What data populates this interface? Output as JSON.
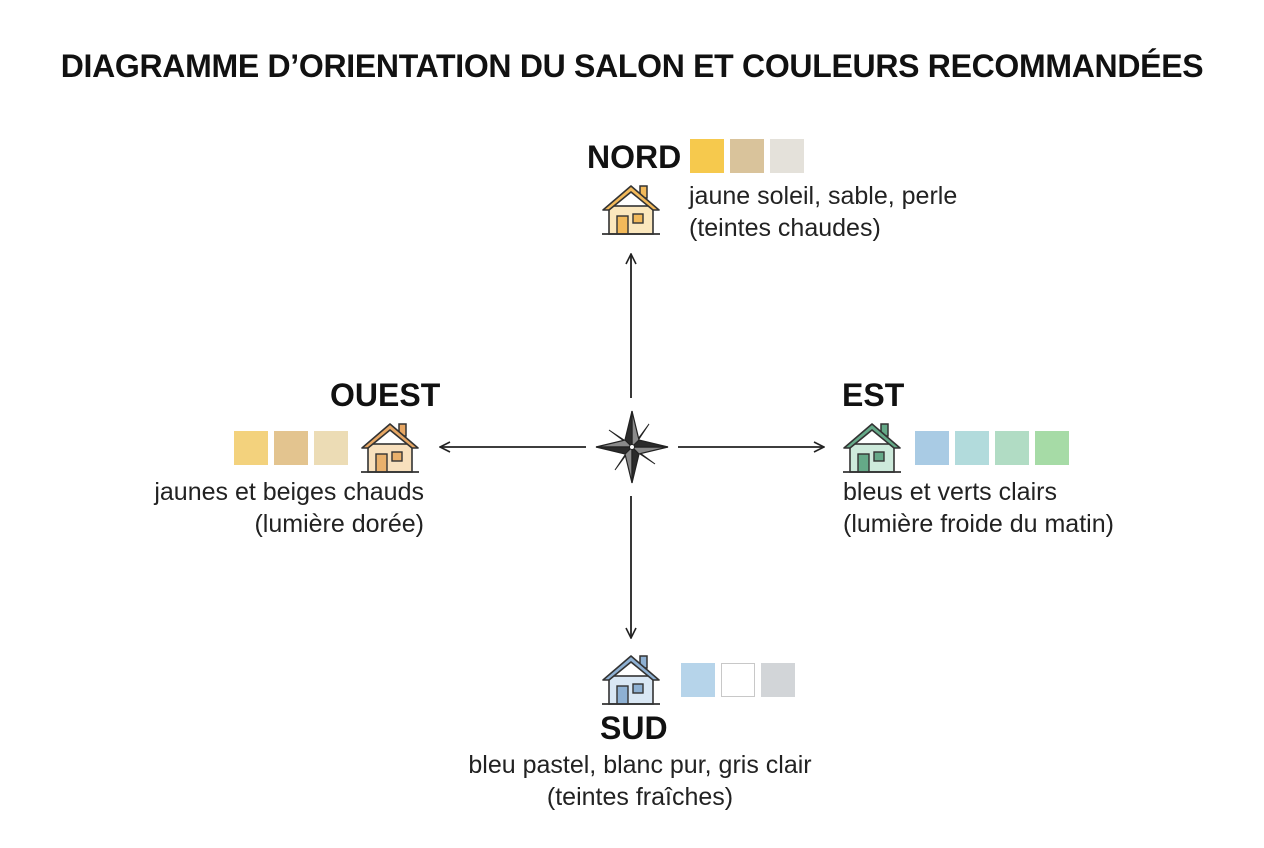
{
  "title": "DIAGRAMME D’ORIENTATION DU SALON ET COULEURS RECOMMANDÉES",
  "north": {
    "label": "NORD",
    "line1": "jaune soleil, sable, perle",
    "line2": "(teintes chaudes)",
    "swatches": [
      "#f6c94d",
      "#d9c39b",
      "#e4e1da"
    ],
    "house_colors": {
      "roof": "#f2b95a",
      "wall": "#fbe7bd",
      "door": "#f2b95a"
    }
  },
  "west": {
    "label": "OUEST",
    "line1": "jaunes et beiges chauds",
    "line2": "(lumière dorée)",
    "swatches": [
      "#f3d27d",
      "#e3c48f",
      "#ecdcb5"
    ],
    "house_colors": {
      "roof": "#e7a764",
      "wall": "#f8e0bd",
      "door": "#e9b06c"
    }
  },
  "east": {
    "label": "EST",
    "line1": "bleus et verts clairs",
    "line2": "(lumière froide du matin)",
    "swatches": [
      "#a9cbe4",
      "#b2dbdc",
      "#b1dcc4",
      "#a6dba6"
    ],
    "house_colors": {
      "roof": "#65a988",
      "wall": "#cdeadb",
      "door": "#65a988"
    }
  },
  "south": {
    "label": "SUD",
    "line1": "bleu pastel, blanc pur, gris clair",
    "line2": "(teintes fraîches)",
    "swatches": [
      "#b6d4ea",
      "#ffffff",
      "#d2d5d8"
    ],
    "house_colors": {
      "roof": "#8eb0d2",
      "wall": "#d9e7f4",
      "door": "#8eb0d2"
    }
  },
  "icons": {
    "compass": "compass-rose-icon",
    "house": "house-icon"
  }
}
